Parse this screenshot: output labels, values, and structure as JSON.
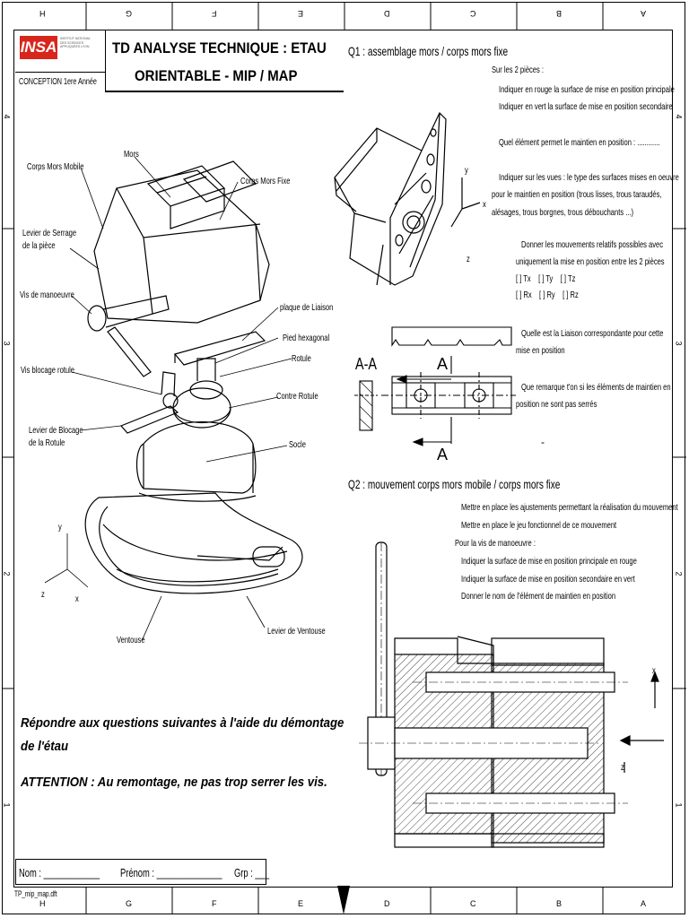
{
  "border": {
    "top_letters": [
      "H",
      "G",
      "F",
      "E",
      "D",
      "C",
      "B",
      "A"
    ],
    "bottom_letters": [
      "H",
      "G",
      "F",
      "E",
      "D",
      "C",
      "B",
      "A"
    ],
    "side_numbers": [
      "4",
      "3",
      "2",
      "1"
    ]
  },
  "header": {
    "logo_text": "INSA",
    "logo_subtext": "INSTITUT NATIONAL DES SCIENCES APPLIQUÉES LYON",
    "conception": "CONCEPTION 1ere Année",
    "title_line1": "TD ANALYSE TECHNIQUE : ETAU",
    "title_line2": "ORIENTABLE - MIP / MAP"
  },
  "vise_labels": {
    "mors": "Mors",
    "corps_mors_mobile": "Corps Mors Mobile",
    "corps_mors_fixe": "Corps Mors Fixe",
    "levier_serrage_1": "Levier de Serrage",
    "levier_serrage_2": "de la pièce",
    "vis_manoeuvre": "Vis de manoeuvre",
    "plaque_liaison": "plaque de Liaison",
    "pied_hexagonal": "Pied hexagonal",
    "rotule": "Rotule",
    "vis_blocage": "Vis blocage rotule",
    "contre_rotule": "Contre Rotule",
    "levier_blocage_1": "Levier de Blocage",
    "levier_blocage_2": "de la Rotule",
    "socle": "Socle",
    "ventouse": "Ventouse",
    "levier_ventouse": "Levier de Ventouse",
    "axis_y": "y",
    "axis_z": "z",
    "axis_x": "x"
  },
  "q1": {
    "heading": "Q1 : assemblage mors / corps mors fixe",
    "sur_pieces": "Sur les 2 pièces :",
    "rouge": "Indiquer en rouge la surface de mise en position principale",
    "vert": "Indiquer en vert la surface de mise en position secondaire",
    "quel_element": "Quel élément permet le maintien en position : ............",
    "type_surfaces_1": "Indiquer sur les vues : le type des surfaces mises en oeuvre",
    "type_surfaces_2": "pour le maintien en position (trous lisses, trous taraudés,",
    "type_surfaces_3": "alésages, trous borgnes, trous débouchants ...)",
    "mouvements_1": "Donner les mouvements relatifs possibles avec",
    "mouvements_2": "uniquement la mise en position entre les 2 pièces",
    "mouv_row1": "[ ] Tx    [ ] Ty    [ ] Tz",
    "mouv_row2": "[ ] Rx    [ ] Ry    [ ] Rz",
    "liaison_1": "Quelle est la Liaison correspondante pour cette",
    "liaison_2": "mise en position",
    "remarque_1": "Que remarque t'on si les éléments de maintien en",
    "remarque_2": "position ne sont pas serrés",
    "section_label": "A-A",
    "cut_a_top": "A",
    "cut_a_bottom": "A",
    "dash": "-",
    "axis_y": "y",
    "axis_x": "x",
    "axis_z": "z"
  },
  "q2": {
    "heading": "Q2 : mouvement corps mors mobile / corps mors fixe",
    "line1": "Mettre en place les ajustements permettant la réalisation du mouvement",
    "line2": "Mettre en place le jeu fonctionnel de ce mouvement",
    "line3": "Pour la vis de manoeuvre :",
    "line4": "Indiquer la surface de mise en position principale en rouge",
    "line5": "Indiquer la surface de mise en position secondaire en vert",
    "line6": "Donner le nom de l'élément de maintien en position",
    "axis_x": "x",
    "axis_z": "z"
  },
  "instructions": {
    "line1": "Répondre aux questions suivantes à l'aide du démontage",
    "line2": "de l'étau",
    "attention": "ATTENTION : Au remontage, ne pas trop serrer les vis."
  },
  "footer": {
    "nom": "Nom : ____________",
    "prenom": "Prénom : ______________",
    "grp": "Grp : ___",
    "filename": "TP_mip_map.dft"
  }
}
